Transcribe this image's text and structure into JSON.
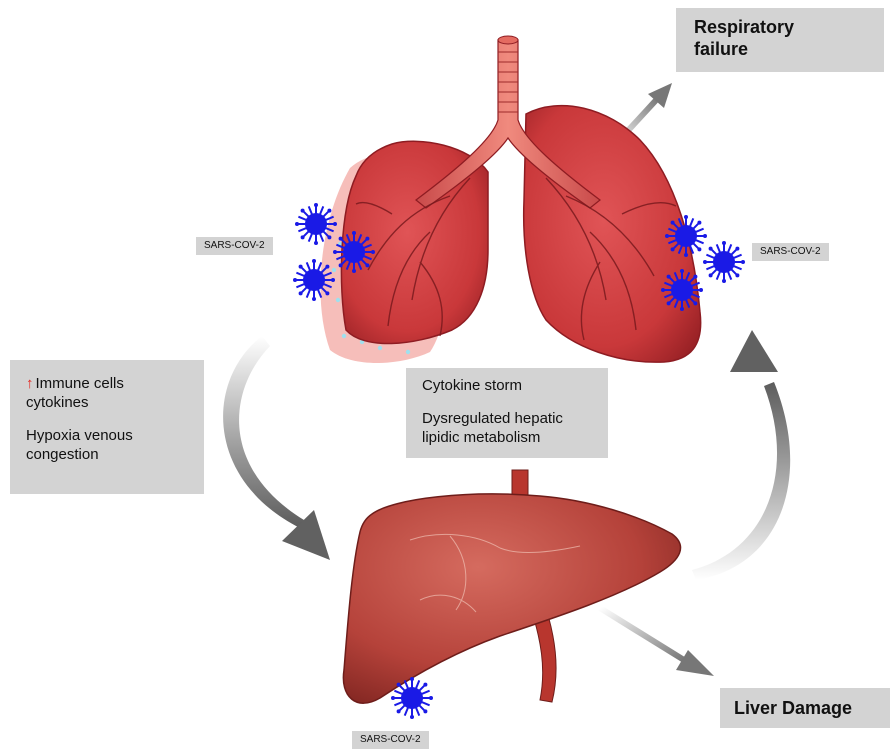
{
  "labels": {
    "respiratory_failure": [
      "Respiratory",
      "failure"
    ],
    "liver_damage": "Liver Damage",
    "sars_cov_2": "SARS-COV-2",
    "left_box": {
      "arrow_glyph": "↑",
      "line1": "Immune cells",
      "line2": "cytokines",
      "line3": "Hypoxia venous",
      "line4": "congestion"
    },
    "center_box": {
      "line1": "Cytokine storm",
      "line2": "Dysregulated hepatic",
      "line3": "lipidic metabolism"
    }
  },
  "colors": {
    "box_fill": "#d3d3d3",
    "lung_red": "#c9383a",
    "lung_dark": "#8e1c22",
    "liver_red": "#b5423a",
    "liver_dark": "#6e1d1a",
    "virus_blue": "#1a1ae6",
    "inflamed_pink": "#f4b3ae",
    "arrow_gray": "#7a7a7a",
    "up_arrow_red": "#e5261f"
  },
  "icons": [
    "virus-icon",
    "up-arrow-icon"
  ]
}
